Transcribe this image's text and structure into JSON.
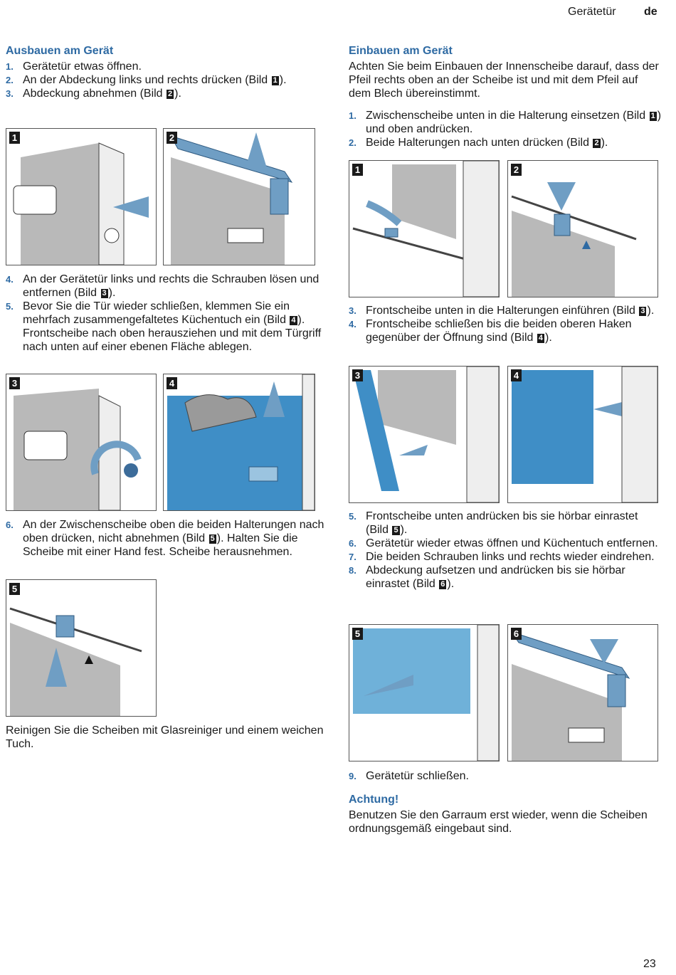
{
  "header": {
    "section": "Gerätetür",
    "lang": "de"
  },
  "footer": {
    "page": "23"
  },
  "left": {
    "title": "Ausbauen am Gerät",
    "steps_a": [
      {
        "n": "1.",
        "text": "Gerätetür etwas öffnen."
      },
      {
        "n": "2.",
        "text_a": "An der Abdeckung links und rechts drücken (Bild ",
        "ref": "1",
        "text_b": ")."
      },
      {
        "n": "3.",
        "text_a": "Abdeckung abnehmen (Bild ",
        "ref": "2",
        "text_b": ")."
      }
    ],
    "steps_b": [
      {
        "n": "4.",
        "text_a": "An der Gerätetür links und rechts die Schrauben lösen und entfernen (Bild ",
        "ref": "3",
        "text_b": ")."
      },
      {
        "n": "5.",
        "text_a": "Bevor Sie die Tür wieder schließen, klemmen Sie ein mehrfach zusammengefaltetes Küchentuch ein (Bild ",
        "ref": "4",
        "text_b": ").",
        "text_c": "Frontscheibe nach oben herausziehen und mit dem Türgriff nach unten auf einer ebenen Fläche ablegen."
      }
    ],
    "steps_c": [
      {
        "n": "6.",
        "text_a": "An der Zwischenscheibe oben die beiden Halterungen nach oben drücken, nicht abnehmen (Bild ",
        "ref": "5",
        "text_b": "). Halten Sie die Scheibe mit einer Hand fest. Scheibe herausnehmen."
      }
    ],
    "clean_note": "Reinigen Sie die Scheiben mit Glasreiniger und einem weichen Tuch.",
    "figures": [
      "1",
      "2",
      "3",
      "4",
      "5"
    ]
  },
  "right": {
    "title": "Einbauen am Gerät",
    "intro": "Achten Sie beim Einbauen der Innenscheibe darauf, dass der Pfeil rechts oben an der Scheibe ist und mit dem Pfeil auf dem Blech übereinstimmt.",
    "steps_a": [
      {
        "n": "1.",
        "text_a": "Zwischenscheibe unten in die Halterung einsetzen (Bild ",
        "ref": "1",
        "text_b": ") und oben andrücken."
      },
      {
        "n": "2.",
        "text_a": "Beide Halterungen nach unten drücken (Bild ",
        "ref": "2",
        "text_b": ")."
      }
    ],
    "steps_b": [
      {
        "n": "3.",
        "text_a": "Frontscheibe unten in die Halterungen einführen (Bild ",
        "ref": "3",
        "text_b": ")."
      },
      {
        "n": "4.",
        "text_a": "Frontscheibe schließen bis die beiden oberen Haken gegenüber der Öffnung sind (Bild ",
        "ref": "4",
        "text_b": ")."
      }
    ],
    "steps_c": [
      {
        "n": "5.",
        "text_a": "Frontscheibe unten andrücken bis sie hörbar einrastet (Bild ",
        "ref": "5",
        "text_b": ")."
      },
      {
        "n": "6.",
        "text_a": "Gerätetür wieder etwas öffnen und Küchentuch entfernen.",
        "ref": "",
        "text_b": ""
      },
      {
        "n": "7.",
        "text_a": "Die beiden Schrauben links und rechts wieder eindrehen.",
        "ref": "",
        "text_b": ""
      },
      {
        "n": "8.",
        "text_a": "Abdeckung aufsetzen und andrücken bis sie hörbar einrastet (Bild ",
        "ref": "6",
        "text_b": ")."
      }
    ],
    "steps_d": [
      {
        "n": "9.",
        "text": "Gerätetür schließen."
      }
    ],
    "warning_title": "Achtung!",
    "warning_text": "Benutzen Sie den Garraum erst wieder, wenn die Scheiben ordnungsgemäß eingebaut sind.",
    "figures": [
      "1",
      "2",
      "3",
      "4",
      "5",
      "6"
    ]
  },
  "colors": {
    "accent": "#2e6aa3",
    "part_blue": "#6f9ec4",
    "glass_blue": "#3f8ec6",
    "grey": "#b9b9b9"
  }
}
